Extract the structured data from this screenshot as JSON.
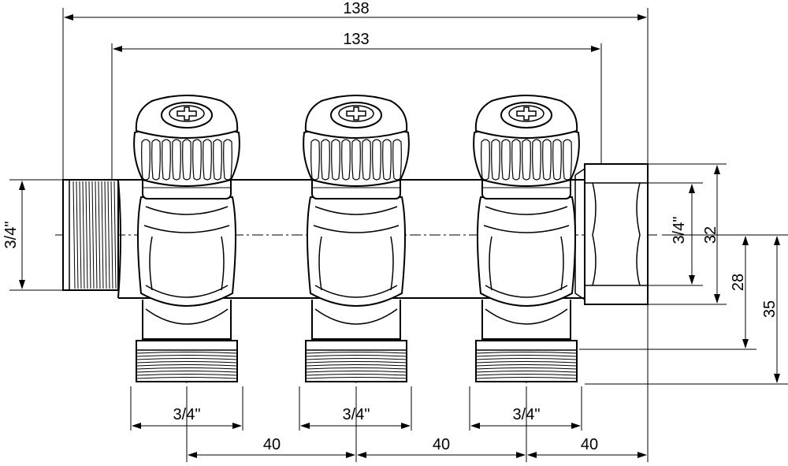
{
  "dimensions": {
    "overall_length": "138",
    "body_length": "133",
    "inlet_thread": "3/4\"",
    "outlet_thread_left": "3/4\"",
    "outlet_thread_middle": "3/4\"",
    "outlet_thread_right": "3/4\"",
    "spacing_1": "40",
    "spacing_2": "40",
    "spacing_3": "40",
    "nut_thread": "3/4\"",
    "nut_width": "32",
    "axis_to_thread": "28",
    "axis_to_outlet_end": "35"
  },
  "colors": {
    "line": "#000000",
    "background": "#ffffff"
  }
}
